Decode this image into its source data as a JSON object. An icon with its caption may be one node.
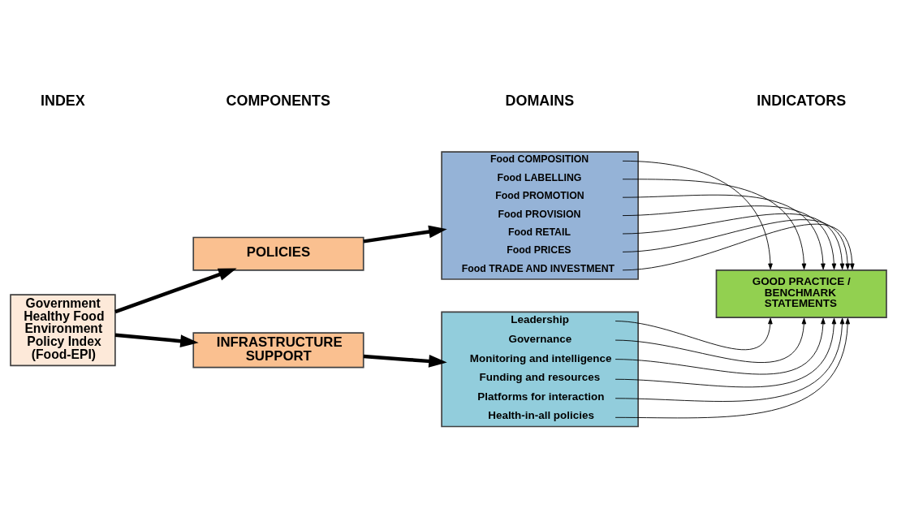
{
  "diagram": {
    "nodes": [
      {
        "text": [
          "Government Healthy Food Environment Policy Index (Food-EPI)"
        ]
      },
      {
        "text": [
          "POLICIES"
        ]
      },
      {
        "text": [
          "INFRASTRUCTURE SUPPORT"
        ]
      },
      {
        "text": [
          "Food COMPOSITION",
          "Food LABELLING",
          "Food PROMOTION",
          "Food PROVISION",
          "Food RETAIL",
          "Food PRICES",
          "Food TRADE AND INVESTMENT"
        ]
      },
      {
        "text": [
          "Leadership",
          "Governance",
          "Monitoring and intelligence",
          "Funding and resources",
          "Platforms for interaction",
          "Health-in-all policies"
        ]
      },
      {
        "text": [
          "GOOD PRACTICE / BENCHMARK STATEMENTS"
        ]
      }
    ],
    "edges": [
      {
        "from": 0,
        "to": 1,
        "arrow": "to",
        "style": "thick"
      },
      {
        "from": 0,
        "to": 2,
        "arrow": "to",
        "style": "thick"
      },
      {
        "from": 1,
        "to": 3,
        "arrow": "to",
        "style": "thick"
      },
      {
        "from": 2,
        "to": 4,
        "arrow": "to",
        "style": "thick"
      },
      {
        "from": 3,
        "to": 5,
        "arrow": "to"
      },
      {
        "from": 3,
        "to": 5,
        "arrow": "to"
      },
      {
        "from": 3,
        "to": 5,
        "arrow": "to"
      },
      {
        "from": 3,
        "to": 5,
        "arrow": "to"
      },
      {
        "from": 3,
        "to": 5,
        "arrow": "to"
      },
      {
        "from": 3,
        "to": 5,
        "arrow": "to"
      },
      {
        "from": 3,
        "to": 5,
        "arrow": "to"
      },
      {
        "from": 4,
        "to": 5,
        "arrow": "to"
      },
      {
        "from": 4,
        "to": 5,
        "arrow": "to"
      },
      {
        "from": 4,
        "to": 5,
        "arrow": "to"
      },
      {
        "from": 4,
        "to": 5,
        "arrow": "to"
      },
      {
        "from": 4,
        "to": 5,
        "arrow": "to"
      },
      {
        "from": 4,
        "to": 5,
        "arrow": "to"
      }
    ],
    "labels": [
      "INDEX",
      "COMPONENTS",
      "DOMAINS",
      "INDICATORS"
    ]
  }
}
